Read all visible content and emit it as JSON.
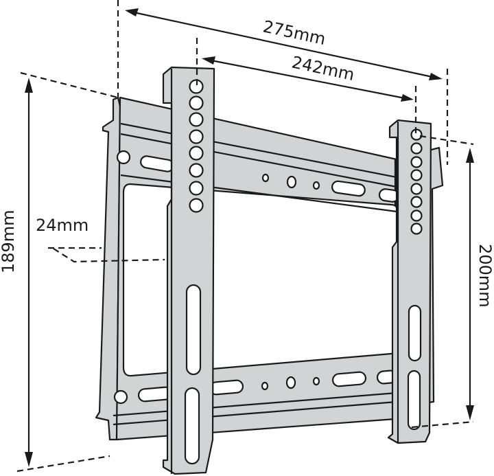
{
  "diagram": {
    "subject": "TV wall mount bracket technical drawing",
    "colors": {
      "metal_fill": "#d2d3d5",
      "outline": "#1a1a1a",
      "background": "#ffffff"
    },
    "dimensions": {
      "overall_width": "275mm",
      "hole_spacing_width": "242mm",
      "left_height": "189mm",
      "right_height": "200mm",
      "wall_clearance": "24mm"
    },
    "components": [
      {
        "name": "wall plate",
        "description": "horizontal frame with slots and holes"
      },
      {
        "name": "left vertical arm",
        "holes": 8,
        "slots": 2
      },
      {
        "name": "right vertical arm",
        "holes": 8,
        "slots": 2
      }
    ]
  }
}
